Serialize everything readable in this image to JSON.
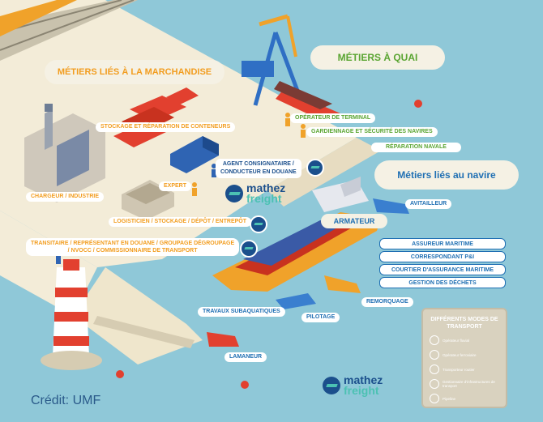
{
  "headers": {
    "marchandise": "MÉTIERS LIÉS À LA MARCHANDISE",
    "quai": "MÉTIERS À QUAI",
    "navire": "Métiers liés au navire"
  },
  "labels": {
    "stockage": "STOCKAGE ET RÉPARATION DE CONTENEURS",
    "chargeur": "CHARGEUR / INDUSTRIE",
    "agent": "AGENT CONSIGNATAIRE /",
    "conducteur": "CONDUCTEUR EN DOUANE",
    "expert": "EXPERT",
    "logisticien": "LOGISTICIEN / STOCKAGE / DÉPÔT / ENTREPÔT",
    "transitaire1": "TRANSITAIRE / REPRÉSENTANT EN DOUANE / GROUPAGE DÉGROUPAGE",
    "transitaire2": "/ NVOCC / COMMISSIONNAIRE DE TRANSPORT",
    "operateur": "OPÉRATEUR DE TERMINAL",
    "gardiennage": "GARDIENNAGE ET SÉCURITÉ DES NAVIRES",
    "reparation": "RÉPARATION NAVALE",
    "avitailleur": "AVITAILLEUR",
    "armateur": "ARMATEUR",
    "assureur": "ASSUREUR MARITIME",
    "correspondant": "CORRESPONDANT P&I",
    "courtier": "COURTIER D'ASSURANCE MARITIME",
    "gestion": "GESTION DES DÉCHETS",
    "remorquage": "REMORQUAGE",
    "travaux": "TRAVAUX SUBAQUATIQUES",
    "pilotage": "PILOTAGE",
    "lamaneur": "LAMANEUR"
  },
  "logo": {
    "line1": "mathez",
    "line2": "freight"
  },
  "legend": {
    "title": "DIFFÉRENTS MODES DE TRANSPORT",
    "items": [
      {
        "icon": "ship-icon",
        "text": "Opérateur fluvial"
      },
      {
        "icon": "train-icon",
        "text": "Opérateur ferroviaire"
      },
      {
        "icon": "truck-icon",
        "text": "Transporteur routier"
      },
      {
        "icon": "building-icon",
        "text": "Gestionnaire d'infrastructures de transport"
      },
      {
        "icon": "pipeline-icon",
        "text": "Pipeline"
      }
    ]
  },
  "credit": "Crédit: UMF",
  "colors": {
    "sea": "#8fc8d8",
    "land": "#f3ecd8",
    "orange": "#f29d1f",
    "green": "#5aa532",
    "blue": "#1f6fb3",
    "navy": "#1b4f8c",
    "teal": "#4cc1b3"
  }
}
